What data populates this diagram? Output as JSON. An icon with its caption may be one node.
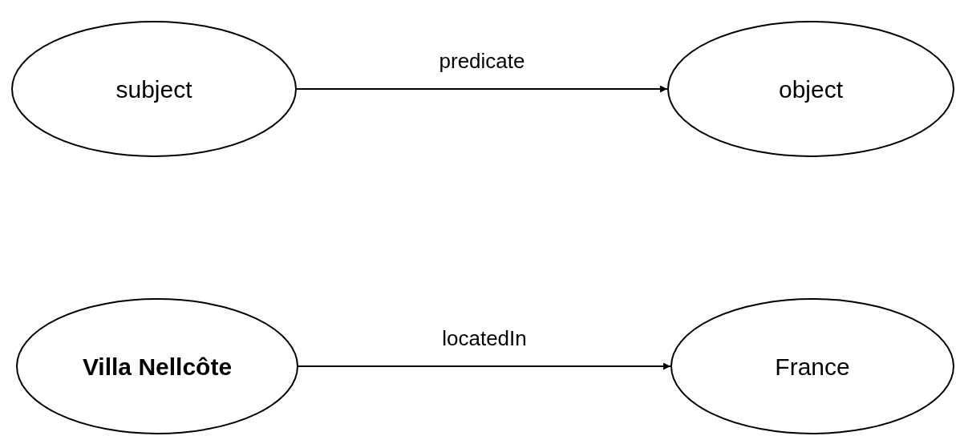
{
  "diagram": {
    "nodes": [
      {
        "text": [
          "subject"
        ]
      },
      {
        "text": [
          "object"
        ]
      },
      {
        "text": [
          "Villa Nellcôte"
        ]
      },
      {
        "text": [
          "France"
        ]
      }
    ],
    "edges": [
      {
        "from": 0,
        "to": 1,
        "arrow": "to",
        "label": "predicate"
      },
      {
        "from": 2,
        "to": 3,
        "arrow": "to",
        "label": "locatedIn"
      }
    ]
  }
}
